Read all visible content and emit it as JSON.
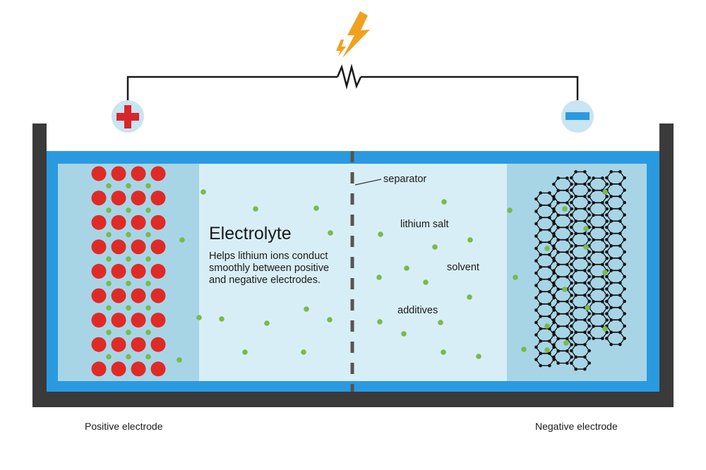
{
  "electrolyte": {
    "title": "Electrolyte",
    "description": "Helps lithium ions conduct\nsmoothly between positive\nand negative electrodes."
  },
  "labels": {
    "separator": "separator",
    "lithium_salt": "lithium salt",
    "solvent": "solvent",
    "additives": "additives",
    "positive_electrode": "Positive electrode",
    "negative_electrode": "Negative electrode"
  },
  "icons": {
    "positive_terminal": "plus-icon",
    "negative_terminal": "minus-icon",
    "power": "lightning-bolt-icon",
    "load": "resistor-icon"
  },
  "colors": {
    "cell_wall": "#3a3a3a",
    "cell_frame": "#2a9ae0",
    "electrolyte": "#d8eef6",
    "electrode_region": "#a8d5e6",
    "cathode_particle": "#e02a26",
    "lithium_ion": "#7ab94a",
    "graphite": "#111111",
    "terminal": "#c9e4f2",
    "plus": "#d8262a",
    "minus": "#2a9ae0",
    "bolt": "#f2a01f"
  }
}
